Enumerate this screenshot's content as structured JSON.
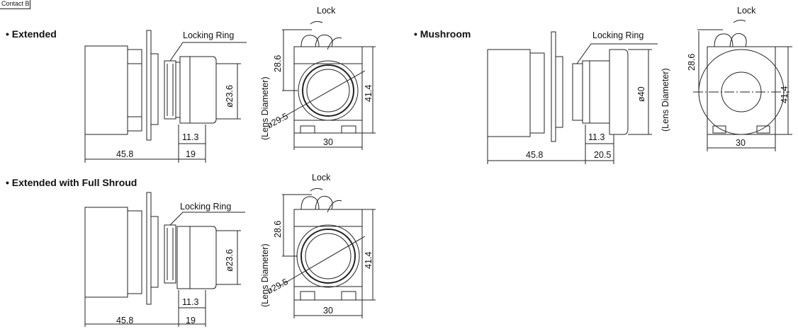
{
  "header_tab": "Contact Block",
  "extended": {
    "title": "• Extended",
    "locking_ring": "Locking Ring",
    "lens_diameter": "(Lens Diameter)",
    "lock": "Lock",
    "dims": {
      "length": "45.8",
      "front": "19",
      "collar": "11.3",
      "lens": "ø23.6",
      "height_top": "28.6",
      "height": "41.4",
      "width": "30",
      "bezel": "ø29.5"
    }
  },
  "mushroom": {
    "title": "• Mushroom",
    "locking_ring": "Locking Ring",
    "lens_diameter": "(Lens Diameter)",
    "lock": "Lock",
    "dims": {
      "length": "45.8",
      "front": "20.5",
      "collar": "11.3",
      "head": "ø40",
      "height_top": "28.6",
      "height": "41.4",
      "width": "30"
    }
  },
  "shroud": {
    "title": "• Extended with Full Shroud",
    "locking_ring": "Locking Ring",
    "lens_diameter": "(Lens Diameter)",
    "lock": "Lock",
    "dims": {
      "length": "45.8",
      "front": "19",
      "collar": "11.3",
      "lens": "ø23.6",
      "height_top": "28.6",
      "height": "41.4",
      "width": "30",
      "bezel": "ø29.5"
    }
  }
}
